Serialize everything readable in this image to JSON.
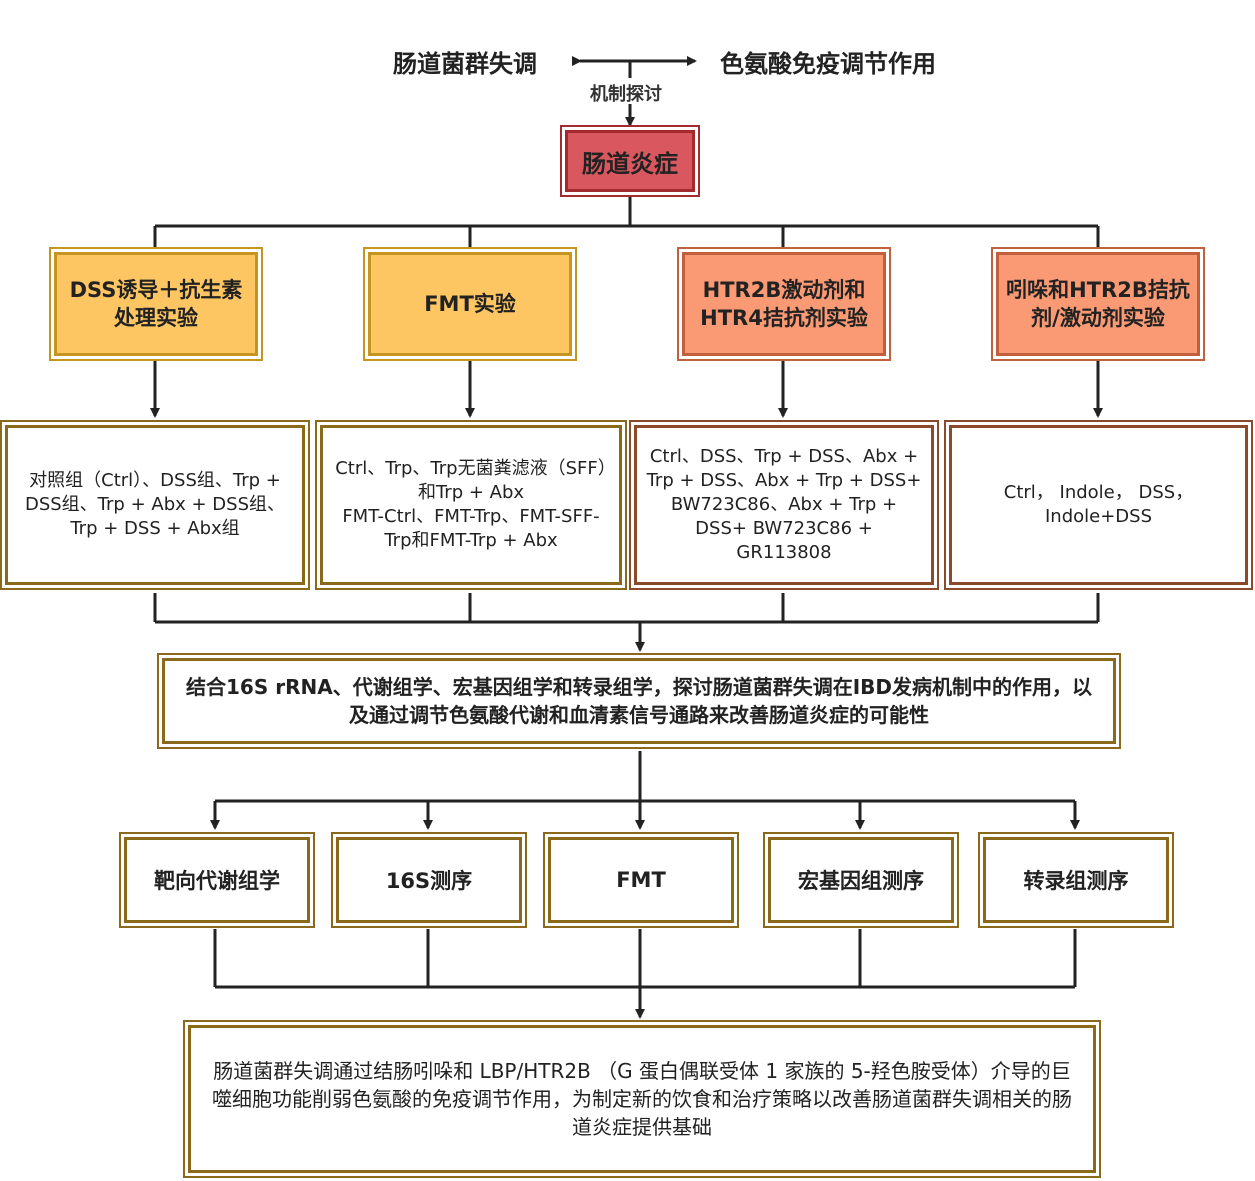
{
  "header": {
    "left": "肠道菌群失调",
    "right": "色氨酸免疫调节作用",
    "mechanism": "机制探讨"
  },
  "root": "肠道炎症",
  "experiments": [
    {
      "title": "DSS诱导＋抗生素\n处理实验",
      "groups": "对照组（Ctrl）、DSS组、Trp + DSS组、Trp + Abx + DSS组、Trp + DSS + Abx组"
    },
    {
      "title": "FMT实验",
      "groups": "Ctrl、Trp、Trp无菌粪滤液（SFF）和Trp + Abx\nFMT-Ctrl、FMT-Trp、FMT-SFF-Trp和FMT-Trp + Abx"
    },
    {
      "title": "HTR2B激动剂和\nHTR4拮抗剂实验",
      "groups": "Ctrl、DSS、Trp + DSS、Abx + Trp + DSS、Abx + Trp + DSS+ BW723C86、Abx + Trp + DSS+ BW723C86 + GR113808"
    },
    {
      "title": "吲哚和HTR2B拮抗\n剂/激动剂实验",
      "groups": "Ctrl， Indole， DSS， Indole+DSS"
    }
  ],
  "summary": "结合16S rRNA、代谢组学、宏基因组学和转录组学，探讨肠道菌群失调在IBD发病机制中的作用，以及通过调节色氨酸代谢和血清素信号通路来改善肠道炎症的可能性",
  "methods": [
    "靶向代谢组学",
    "16S测序",
    "FMT",
    "宏基因组测序",
    "转录组测序"
  ],
  "conclusion": "肠道菌群失调通过结肠吲哚和 LBP/HTR2B （G 蛋白偶联受体 1 家族的 5-羟色胺受体）介导的巨噬细胞功能削弱色氨酸的免疫调节作用，为制定新的饮食和治疗策略以改善肠道菌群失调相关的肠道炎症提供基础",
  "colors": {
    "red_fill": "#d9575e",
    "yellow_fill": "#fdc663",
    "orange_fill": "#f99a74",
    "gold_border": "#8a6a1a",
    "brown_border": "#8b4a2b"
  }
}
